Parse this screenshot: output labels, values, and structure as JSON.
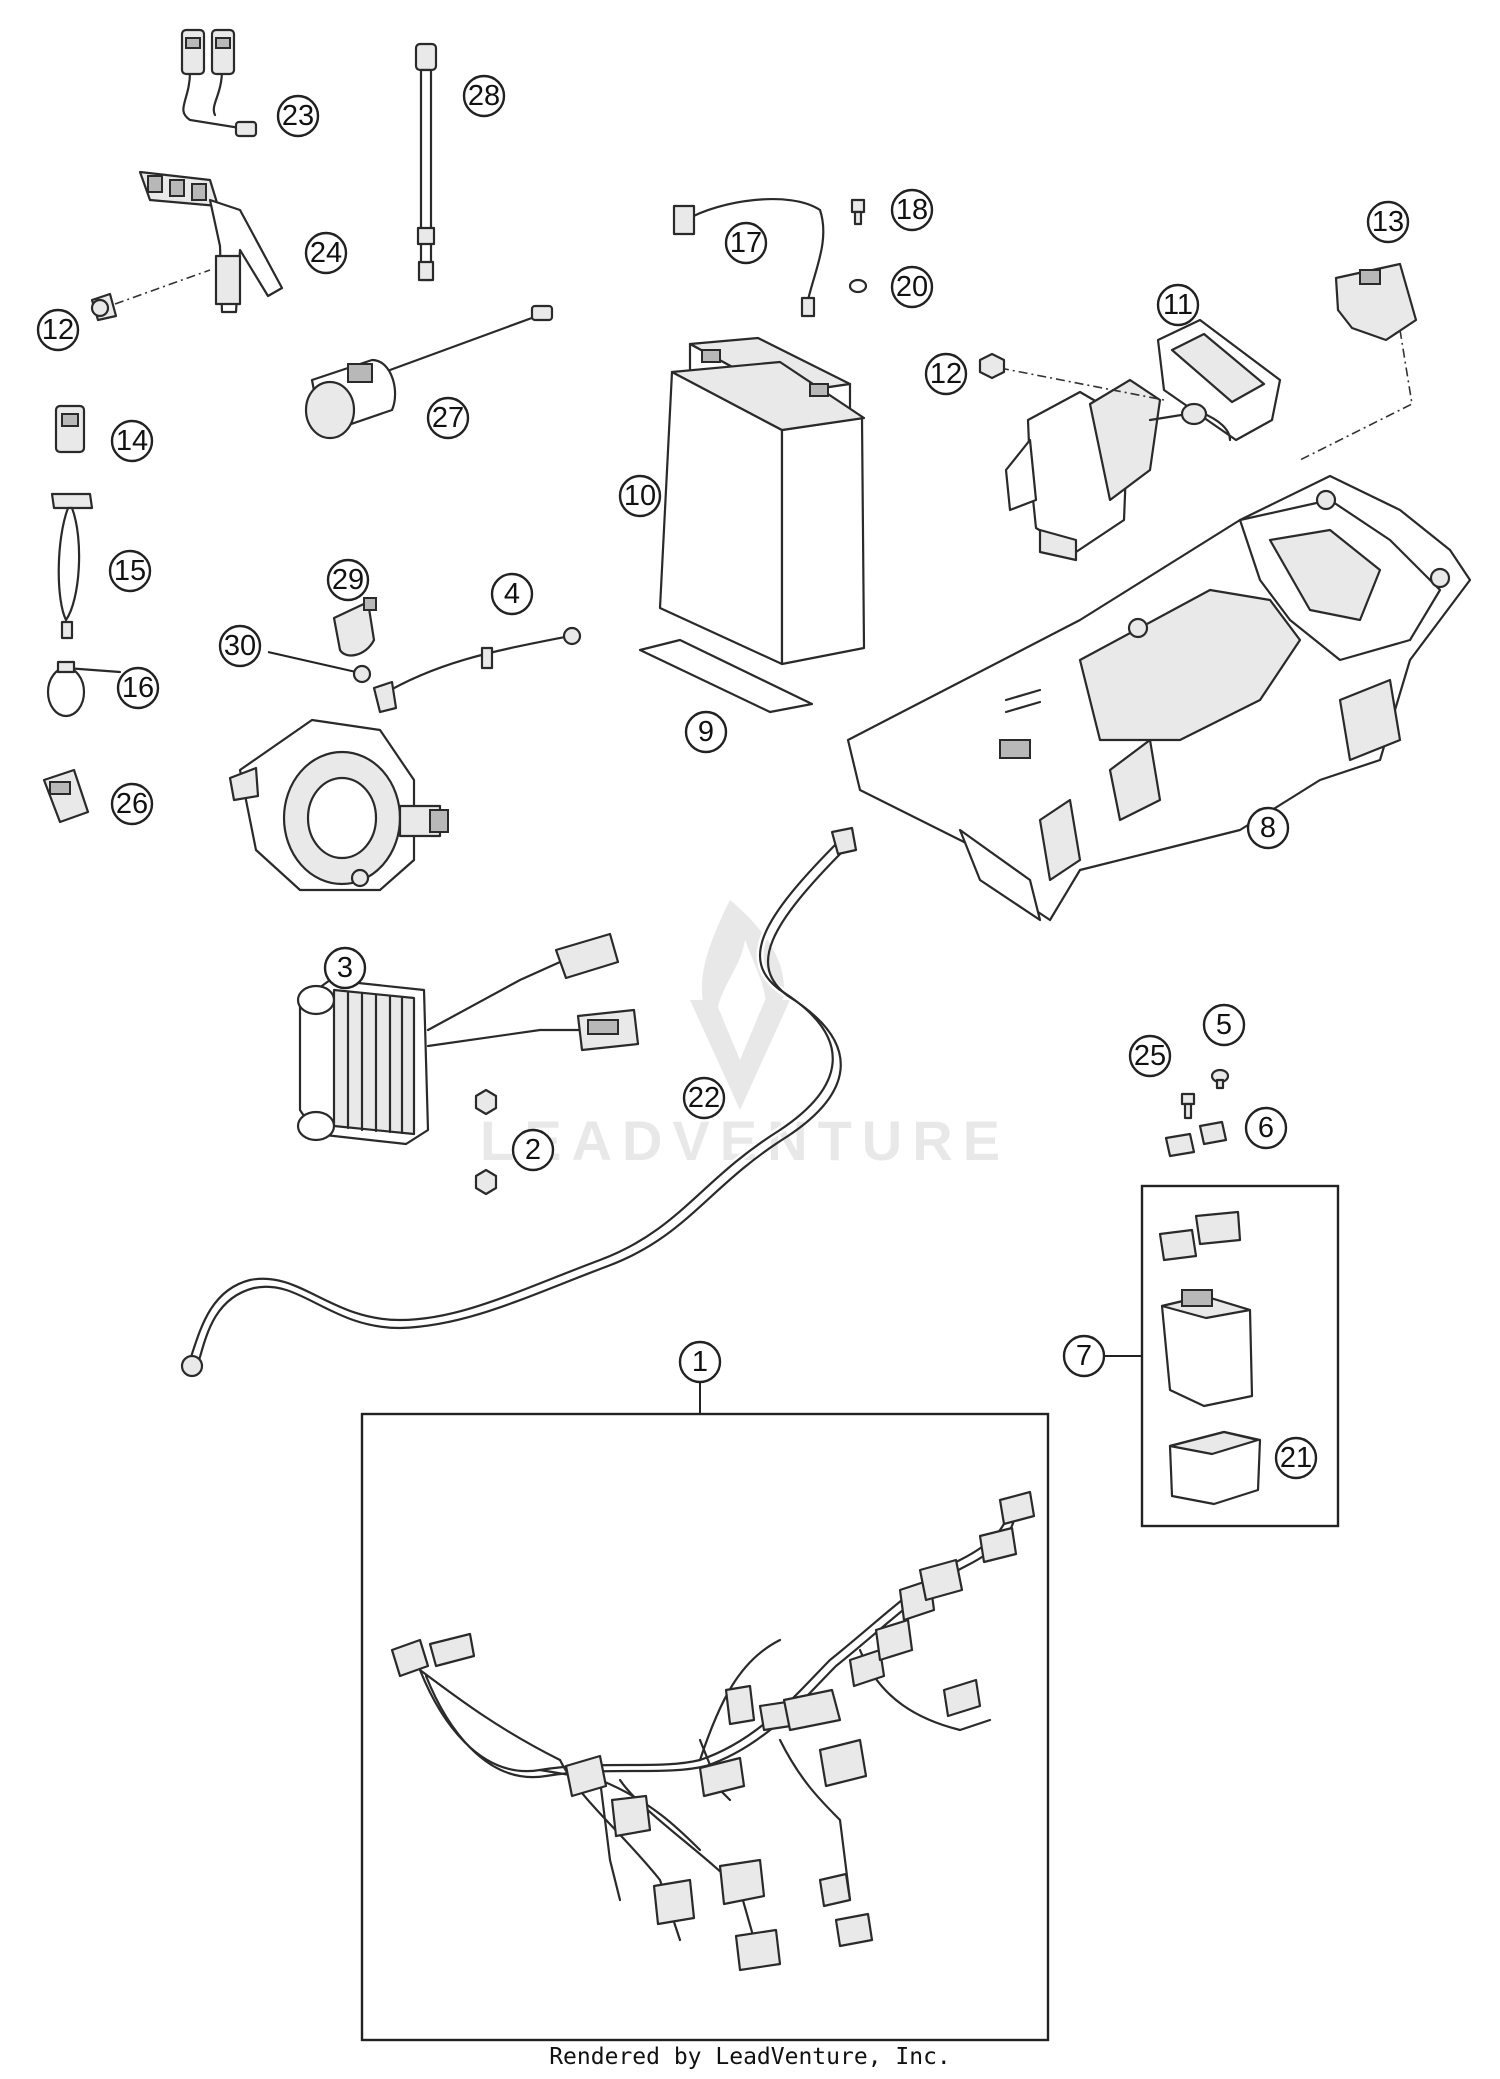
{
  "footer": {
    "credit": "Rendered by LeadVenture, Inc."
  },
  "watermark": {
    "text": "LEADVENTURE"
  },
  "callouts": [
    {
      "id": "c1",
      "label": "1"
    },
    {
      "id": "c2",
      "label": "2"
    },
    {
      "id": "c3",
      "label": "3"
    },
    {
      "id": "c4",
      "label": "4"
    },
    {
      "id": "c5",
      "label": "5"
    },
    {
      "id": "c6",
      "label": "6"
    },
    {
      "id": "c7",
      "label": "7"
    },
    {
      "id": "c8",
      "label": "8"
    },
    {
      "id": "c9",
      "label": "9"
    },
    {
      "id": "c10",
      "label": "10"
    },
    {
      "id": "c11",
      "label": "11"
    },
    {
      "id": "c12a",
      "label": "12"
    },
    {
      "id": "c12b",
      "label": "12"
    },
    {
      "id": "c13",
      "label": "13"
    },
    {
      "id": "c14",
      "label": "14"
    },
    {
      "id": "c15",
      "label": "15"
    },
    {
      "id": "c16",
      "label": "16"
    },
    {
      "id": "c17",
      "label": "17"
    },
    {
      "id": "c18",
      "label": "18"
    },
    {
      "id": "c20",
      "label": "20"
    },
    {
      "id": "c21",
      "label": "21"
    },
    {
      "id": "c22",
      "label": "22"
    },
    {
      "id": "c23",
      "label": "23"
    },
    {
      "id": "c24",
      "label": "24"
    },
    {
      "id": "c25",
      "label": "25"
    },
    {
      "id": "c26",
      "label": "26"
    },
    {
      "id": "c27",
      "label": "27"
    },
    {
      "id": "c28",
      "label": "28"
    },
    {
      "id": "c29",
      "label": "29"
    },
    {
      "id": "c30",
      "label": "30"
    }
  ]
}
